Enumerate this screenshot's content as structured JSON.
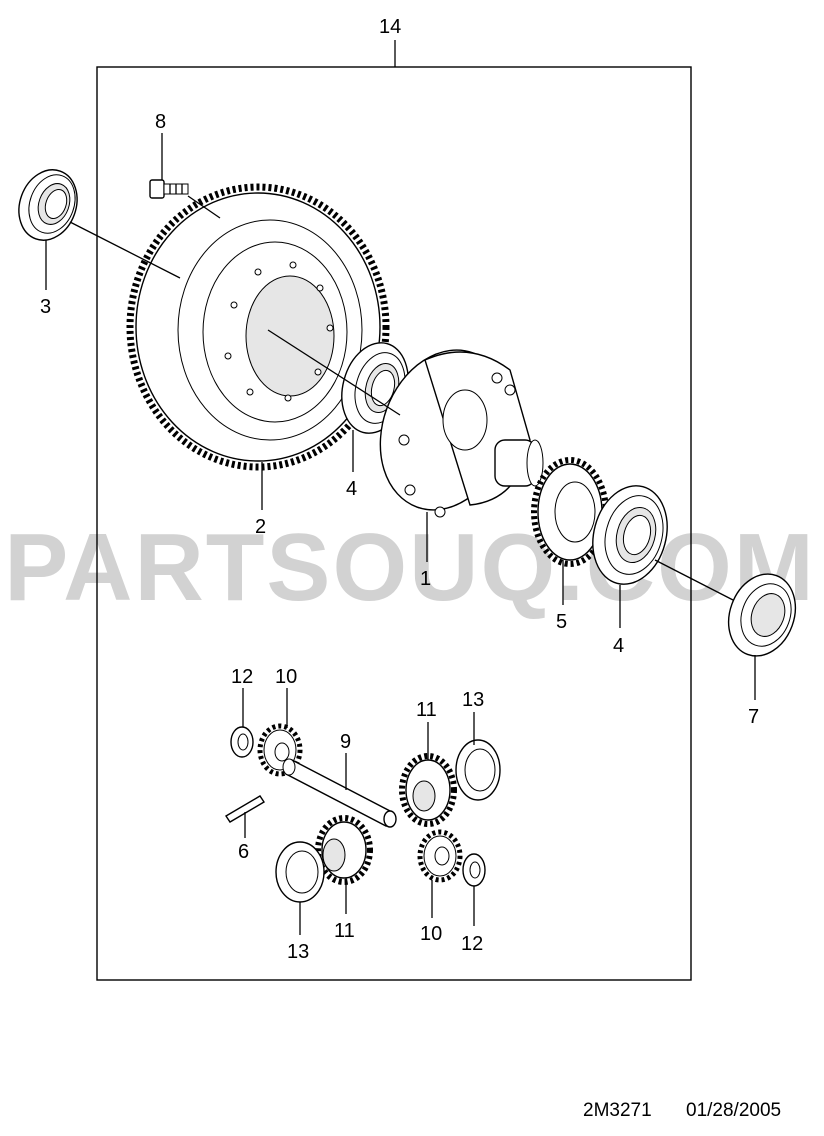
{
  "watermark": "PARTSOUQ.COM",
  "footer": {
    "code": "2M3271",
    "date": "01/28/2005"
  },
  "callouts": {
    "c14": "14",
    "c8": "8",
    "c3": "3",
    "c2": "2",
    "c4a": "4",
    "c1": "1",
    "c5": "5",
    "c4b": "4",
    "c7": "7",
    "c12a": "12",
    "c10a": "10",
    "c9": "9",
    "c11a": "11",
    "c13a": "13",
    "c6": "6",
    "c13b": "13",
    "c11b": "11",
    "c10b": "10",
    "c12b": "12"
  }
}
